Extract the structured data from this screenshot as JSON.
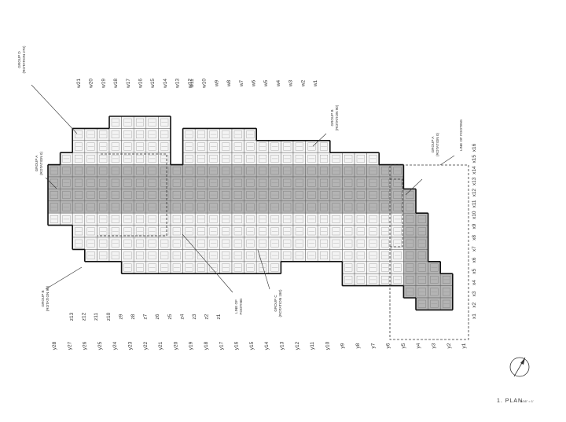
{
  "drawing": {
    "title": "1. PLAN",
    "scale": "3/16\" = 1'",
    "north_arrow": "north-arrow-icon"
  },
  "colors": {
    "background": "#ffffff",
    "light_cell": "#f4f4f4",
    "dark_cell": "#b4b4b4",
    "outline": "#111111",
    "text": "#333333"
  },
  "column_labels_top": {
    "w_group_left": [
      "w21",
      "w20",
      "w19",
      "w18",
      "w17",
      "w16",
      "w15",
      "w14",
      "w13",
      "w12"
    ],
    "w_group_right": [
      "w11",
      "w10",
      "w9",
      "w8",
      "w7",
      "w6",
      "w5",
      "w4",
      "w3",
      "w2",
      "w1"
    ]
  },
  "column_labels_bottom": {
    "y_row": [
      "y28",
      "y27",
      "y26",
      "y25",
      "y24",
      "y23",
      "y22",
      "y21",
      "y20",
      "y19",
      "y18",
      "y17",
      "y16",
      "y15",
      "y14",
      "y13",
      "y12",
      "y11",
      "y10",
      "y9",
      "y8",
      "y7",
      "y6",
      "y5",
      "y4",
      "y3",
      "y2",
      "y1"
    ],
    "z_row": [
      "z13",
      "z12",
      "z11",
      "z10",
      "z9",
      "z8",
      "z7",
      "z6",
      "z5",
      "z4",
      "z3",
      "z2",
      "z1"
    ]
  },
  "side_labels_right": [
    "x16",
    "x15",
    "x14",
    "x13",
    "x12",
    "x11",
    "x10",
    "x9",
    "x8",
    "x7",
    "x6",
    "x5",
    "x4",
    "x3",
    "x2",
    "x1"
  ],
  "callouts": [
    {
      "id": "group-d",
      "lines": [
        "GROUP D",
        "(ROTATION 270)"
      ]
    },
    {
      "id": "group-b-top",
      "lines": [
        "GROUP B",
        "(ROTATION 90)"
      ]
    },
    {
      "id": "group-a-left",
      "lines": [
        "GROUP A",
        "(ROTATION 0)"
      ]
    },
    {
      "id": "group-a-right",
      "lines": [
        "GROUP A",
        "(ROTATION 0)"
      ]
    },
    {
      "id": "line-of-footing-right",
      "lines": [
        "LINE OF FOOTING"
      ]
    },
    {
      "id": "group-b-bottom",
      "lines": [
        "GROUP B",
        "(ROTATION 90)"
      ]
    },
    {
      "id": "line-of-footing-bottom",
      "lines": [
        "LINE OF",
        "FOOTING"
      ]
    },
    {
      "id": "group-c",
      "lines": [
        "GROUP C",
        "(ROTATION 180)"
      ]
    }
  ]
}
